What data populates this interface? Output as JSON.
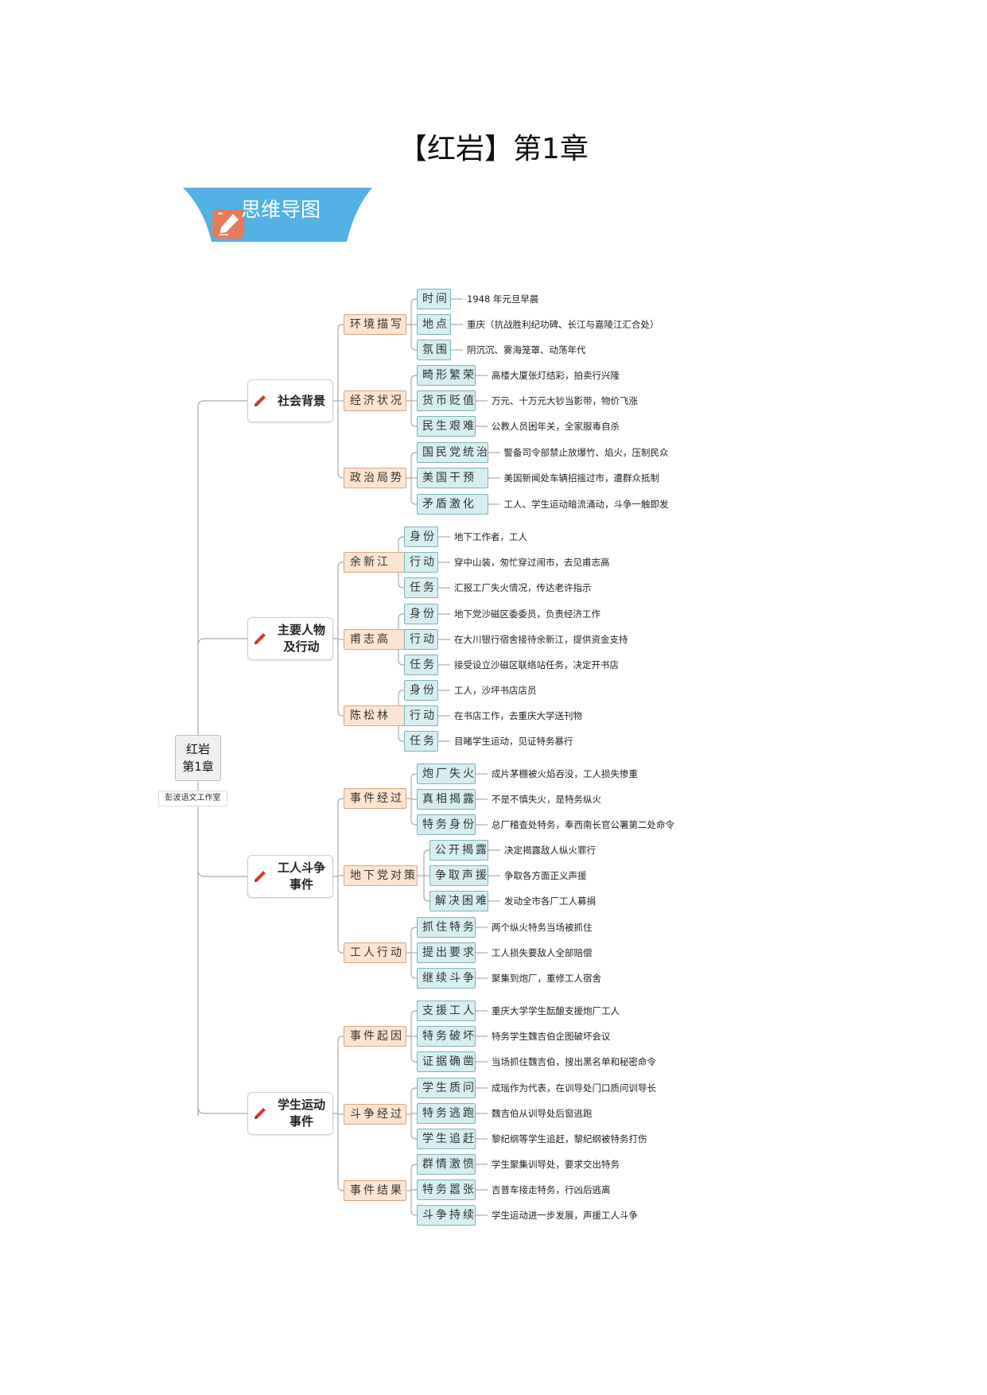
{
  "header": {
    "title": "【红岩】第1章",
    "banner_label": "思维导图"
  },
  "credit": "彭波语文工作室",
  "mindmap": {
    "root": {
      "line1": "红岩",
      "line2": "第1章"
    },
    "branches": [
      {
        "line1": "社会背景",
        "line2": "",
        "groups": [
          {
            "label": "环境描写",
            "items": [
              {
                "label": "时间",
                "text": "1948 年元旦早晨"
              },
              {
                "label": "地点",
                "text": "重庆（抗战胜利纪功碑、长江与嘉陵江汇合处）"
              },
              {
                "label": "氛围",
                "text": "阴沉沉、雾海笼罩、动荡年代"
              }
            ]
          },
          {
            "label": "经济状况",
            "items": [
              {
                "label": "畸形繁荣",
                "text": "高楼大厦张灯结彩，拍卖行兴隆"
              },
              {
                "label": "货币贬值",
                "text": "万元、十万元大钞当影带，物价飞涨"
              },
              {
                "label": "民生艰难",
                "text": "公教人员困年关，全家服毒自杀"
              }
            ]
          },
          {
            "label": "政治局势",
            "items": [
              {
                "label": "国民党统治",
                "text": "警备司令部禁止放爆竹、焰火，压制民众"
              },
              {
                "label": "美国干预",
                "text": "美国新闻处车辆招摇过市，遭群众抵制"
              },
              {
                "label": "矛盾激化",
                "text": "工人、学生运动暗流涌动，斗争一触即发"
              }
            ]
          }
        ]
      },
      {
        "line1": "主要人物",
        "line2": "及行动",
        "groups": [
          {
            "label": "余新江",
            "items": [
              {
                "label": "身份",
                "text": "地下工作者，工人"
              },
              {
                "label": "行动",
                "text": "穿中山装，匆忙穿过闹市，去见甫志高"
              },
              {
                "label": "任务",
                "text": "汇报工厂失火情况，传达老许指示"
              }
            ]
          },
          {
            "label": "甫志高",
            "items": [
              {
                "label": "身份",
                "text": "地下党沙磁区委委员，负责经济工作"
              },
              {
                "label": "行动",
                "text": "在大川银行宿舍接待余新江，提供资金支持"
              },
              {
                "label": "任务",
                "text": "接受设立沙磁区联络站任务，决定开书店"
              }
            ]
          },
          {
            "label": "陈松林",
            "items": [
              {
                "label": "身份",
                "text": "工人，沙坪书店店员"
              },
              {
                "label": "行动",
                "text": "在书店工作，去重庆大学送刊物"
              },
              {
                "label": "任务",
                "text": "目睹学生运动，见证特务暴行"
              }
            ]
          }
        ]
      },
      {
        "line1": "工人斗争",
        "line2": "事件",
        "groups": [
          {
            "label": "事件经过",
            "items": [
              {
                "label": "炮厂失火",
                "text": "成片茅棚被火焰吞没，工人损失惨重"
              },
              {
                "label": "真相揭露",
                "text": "不是不慎失火，是特务纵火"
              },
              {
                "label": "特务身份",
                "text": "总厂稽查处特务，奉西南长官公署第二处命令"
              }
            ]
          },
          {
            "label": "地下党对策",
            "items": [
              {
                "label": "公开揭露",
                "text": "决定揭露敌人纵火罪行"
              },
              {
                "label": "争取声援",
                "text": "争取各方面正义声援"
              },
              {
                "label": "解决困难",
                "text": "发动全市各厂工人募捐"
              }
            ]
          },
          {
            "label": "工人行动",
            "items": [
              {
                "label": "抓住特务",
                "text": "两个纵火特务当场被抓住"
              },
              {
                "label": "提出要求",
                "text": "工人损失要敌人全部赔偿"
              },
              {
                "label": "继续斗争",
                "text": "聚集到炮厂，重修工人宿舍"
              }
            ]
          }
        ]
      },
      {
        "line1": "学生运动",
        "line2": "事件",
        "groups": [
          {
            "label": "事件起因",
            "items": [
              {
                "label": "支援工人",
                "text": "重庆大学学生酝酿支援炮厂工人"
              },
              {
                "label": "特务破坏",
                "text": "特务学生魏吉伯企图破坏会议"
              },
              {
                "label": "证据确凿",
                "text": "当场抓住魏吉伯，搜出黑名单和秘密命令"
              }
            ]
          },
          {
            "label": "斗争经过",
            "items": [
              {
                "label": "学生质问",
                "text": "成瑶作为代表，在训导处门口质问训导长"
              },
              {
                "label": "特务逃跑",
                "text": "魏吉伯从训导处后窗逃跑"
              },
              {
                "label": "学生追赶",
                "text": "黎纪纲等学生追赶，黎纪纲被特务打伤"
              }
            ]
          },
          {
            "label": "事件结果",
            "items": [
              {
                "label": "群情激愤",
                "text": "学生聚集训导处，要求交出特务"
              },
              {
                "label": "特务嚣张",
                "text": "吉普车接走特务，行凶后逃离"
              },
              {
                "label": "斗争持续",
                "text": "学生运动进一步发展，声援工人斗争"
              }
            ]
          }
        ]
      }
    ]
  }
}
